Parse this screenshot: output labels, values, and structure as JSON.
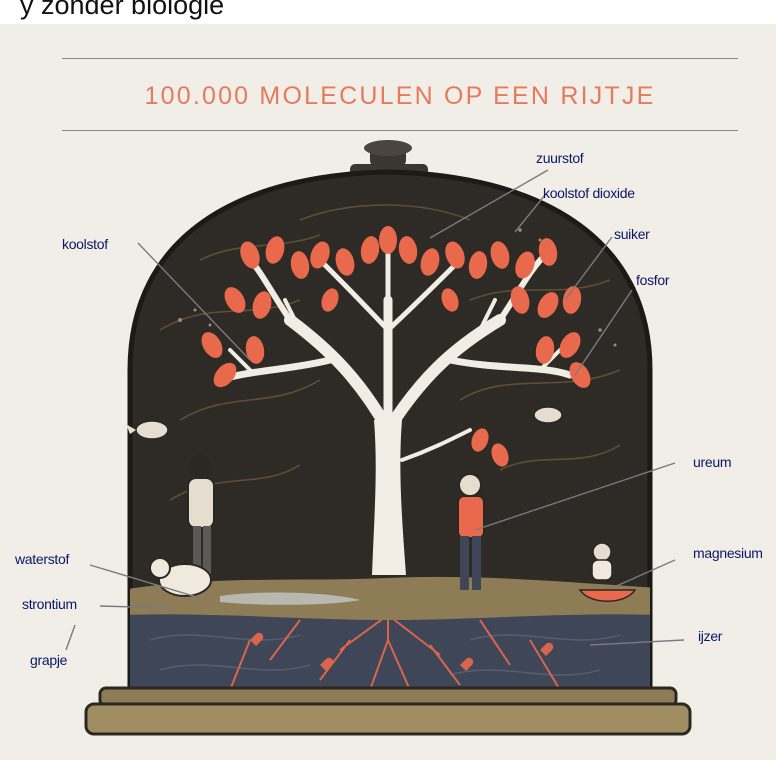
{
  "top_caption": "y zonder biologie",
  "title": "100.000 MOLECULEN OP EEN RIJTJE",
  "labels": {
    "zuurstof": "zuurstof",
    "koolstofdioxide": "koolstof dioxide",
    "koolstof": "koolstof",
    "suiker": "suiker",
    "fosfor": "fosfor",
    "ureum": "ureum",
    "magnesium": "magnesium",
    "waterstof": "waterstof",
    "strontium": "strontium",
    "grapje": "grapje",
    "ijzer": "ijzer"
  },
  "colors": {
    "background": "#f1eee8",
    "dome_dark": "#2e2a25",
    "soil": "#8d7c55",
    "water": "#3e4658",
    "leaves": "#e8694c",
    "title": "#e67a5d",
    "label_text": "#0a1766"
  }
}
